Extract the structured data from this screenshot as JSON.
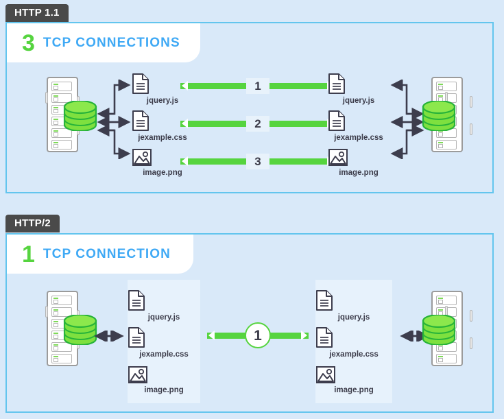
{
  "page": {
    "background_color": "#d9e9f9",
    "panel_border_color": "#63c5ee",
    "accent_green": "#56d43f",
    "accent_blue": "#3fa9f5",
    "tab_color": "#4a4a4a"
  },
  "sections": [
    {
      "tab_label": "HTTP 1.1",
      "count": "3",
      "title": "TCP CONNECTIONS",
      "connections": [
        {
          "number": "1",
          "file": "jquery.js"
        },
        {
          "number": "2",
          "file": "jexample.css"
        },
        {
          "number": "3",
          "file": "image.png"
        }
      ],
      "client_files": [
        {
          "label": "jquery.js",
          "icon": "document-icon"
        },
        {
          "label": "jexample.css",
          "icon": "document-icon"
        },
        {
          "label": "image.png",
          "icon": "image-icon"
        }
      ],
      "server_files": [
        {
          "label": "jquery.js",
          "icon": "document-icon"
        },
        {
          "label": "jexample.css",
          "icon": "document-icon"
        },
        {
          "label": "image.png",
          "icon": "image-icon"
        }
      ]
    },
    {
      "tab_label": "HTTP/2",
      "count": "1",
      "title": "TCP CONNECTION",
      "connections": [
        {
          "number": "1"
        }
      ],
      "client_files": [
        {
          "label": "jquery.js",
          "icon": "document-icon"
        },
        {
          "label": "jexample.css",
          "icon": "document-icon"
        },
        {
          "label": "image.png",
          "icon": "image-icon"
        }
      ],
      "server_files": [
        {
          "label": "jquery.js",
          "icon": "document-icon"
        },
        {
          "label": "jexample.css",
          "icon": "document-icon"
        },
        {
          "label": "image.png",
          "icon": "image-icon"
        }
      ]
    }
  ],
  "icons": {
    "server": "server-rack-icon",
    "database": "database-icon",
    "document": "document-icon",
    "image": "image-icon",
    "arrow": "arrow-icon"
  }
}
